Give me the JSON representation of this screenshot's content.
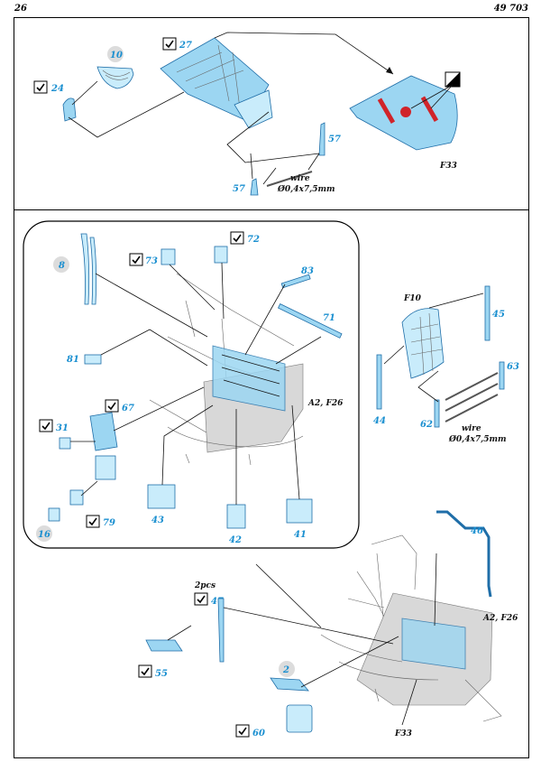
{
  "header": {
    "page_number": "26",
    "document_code": "49 703"
  },
  "top_panel": {
    "labels": {
      "p10": "10",
      "p24": "24",
      "p27": "27",
      "p57a": "57",
      "p57b": "57",
      "wire_title": "wire",
      "wire_spec": "Ø0,4x7,5mm",
      "f33": "F33"
    }
  },
  "bottom_panel": {
    "inset_labels": {
      "p8": "8",
      "p73": "73",
      "p72": "72",
      "p83": "83",
      "p71": "71",
      "p81": "81",
      "p67": "67",
      "p31": "31",
      "p79": "79",
      "p16": "16",
      "p43": "43",
      "p42": "42",
      "p41": "41",
      "a2f26": "A2, F26"
    },
    "side_labels": {
      "f10": "F10",
      "p45": "45",
      "p63": "63",
      "p44": "44",
      "p62": "62",
      "wire_title": "wire",
      "wire_spec": "Ø0,4x7,5mm"
    },
    "lower_labels": {
      "p46": "46",
      "a2f26": "A2, F26",
      "pcs": "2pcs",
      "p47": "47",
      "p55": "55",
      "p2": "2",
      "p60": "60",
      "f33": "F33"
    }
  }
}
